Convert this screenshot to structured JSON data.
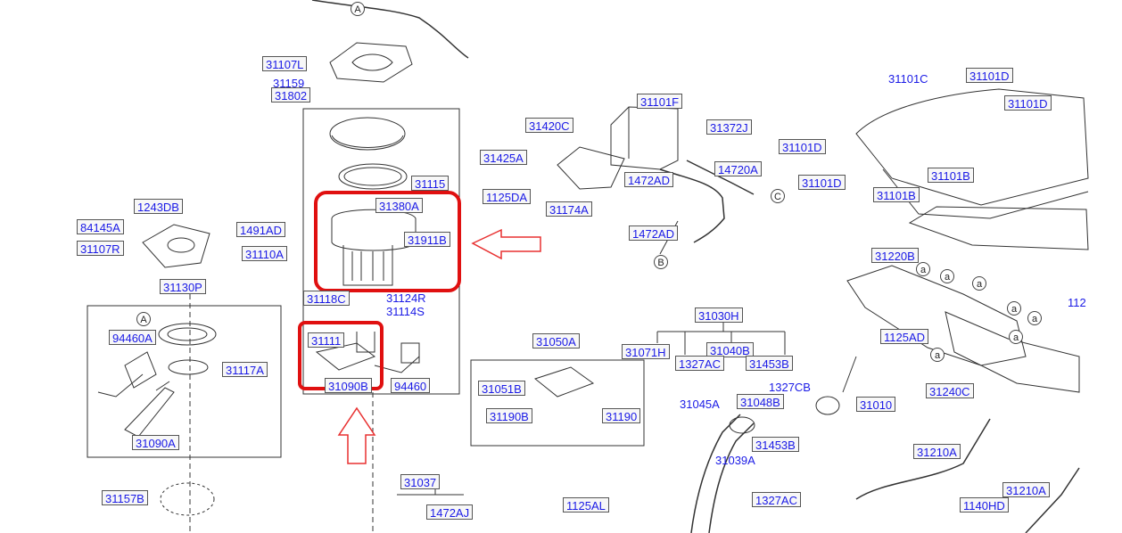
{
  "parts": {
    "p31107L": "31107L",
    "p31159": "31159",
    "p31802": "31802",
    "p31115": "31115",
    "p31380A": "31380A",
    "p31911B": "31911B",
    "p31110A": "31110A",
    "p31118C": "31118C",
    "p31124R": "31124R",
    "p31114S": "31114S",
    "p31111": "31111",
    "p31090B": "31090B",
    "p94460": "94460",
    "p1243DB": "1243DB",
    "p84145A": "84145A",
    "p1491AD": "1491AD",
    "p31107R": "31107R",
    "p31130P": "31130P",
    "p94460A": "94460A",
    "p31117A": "31117A",
    "p31090A": "31090A",
    "p31157B": "31157B",
    "p31037": "31037",
    "p1472AJ": "1472AJ",
    "p1125AL": "1125AL",
    "p31101F": "31101F",
    "p31420C": "31420C",
    "p31372J": "31372J",
    "p31425A": "31425A",
    "p14720A": "14720A",
    "p1472AD_1": "1472AD",
    "p1125DA": "1125DA",
    "p31174A": "31174A",
    "p1472AD_2": "1472AD",
    "p31050A": "31050A",
    "p31030H": "31030H",
    "p31071H": "31071H",
    "p31040B": "31040B",
    "p1327AC_1": "1327AC",
    "p31453B_1": "31453B",
    "p1327CB": "1327CB",
    "p31051B": "31051B",
    "p31045A": "31045A",
    "p31048B": "31048B",
    "p31010": "31010",
    "p31190B": "31190B",
    "p31190": "31190",
    "p31453B_2": "31453B",
    "p31039A": "31039A",
    "p1327AC_2": "1327AC",
    "p31101C": "31101C",
    "p31101D_1": "31101D",
    "p31101D_2": "31101D",
    "p31101D_3": "31101D",
    "p31101B_1": "31101B",
    "p31101D_4": "31101D",
    "p31101B_2": "31101B",
    "p31220B": "31220B",
    "p1125AD": "1125AD",
    "p31240C": "31240C",
    "p31210A": "31210A",
    "p31210A_2": "31210A",
    "p1140HD": "1140HD",
    "p112x": "112"
  },
  "callouts": {
    "A1": "A",
    "A2": "A",
    "B": "B",
    "C": "C",
    "a1": "a",
    "a2": "a",
    "a3": "a",
    "a4": "a",
    "a5": "a",
    "a6": "a",
    "a7": "a"
  },
  "colors": {
    "label_text": "#1a1ae6",
    "highlight": "#e01010",
    "arrow": "#e83030",
    "line": "#333333"
  }
}
